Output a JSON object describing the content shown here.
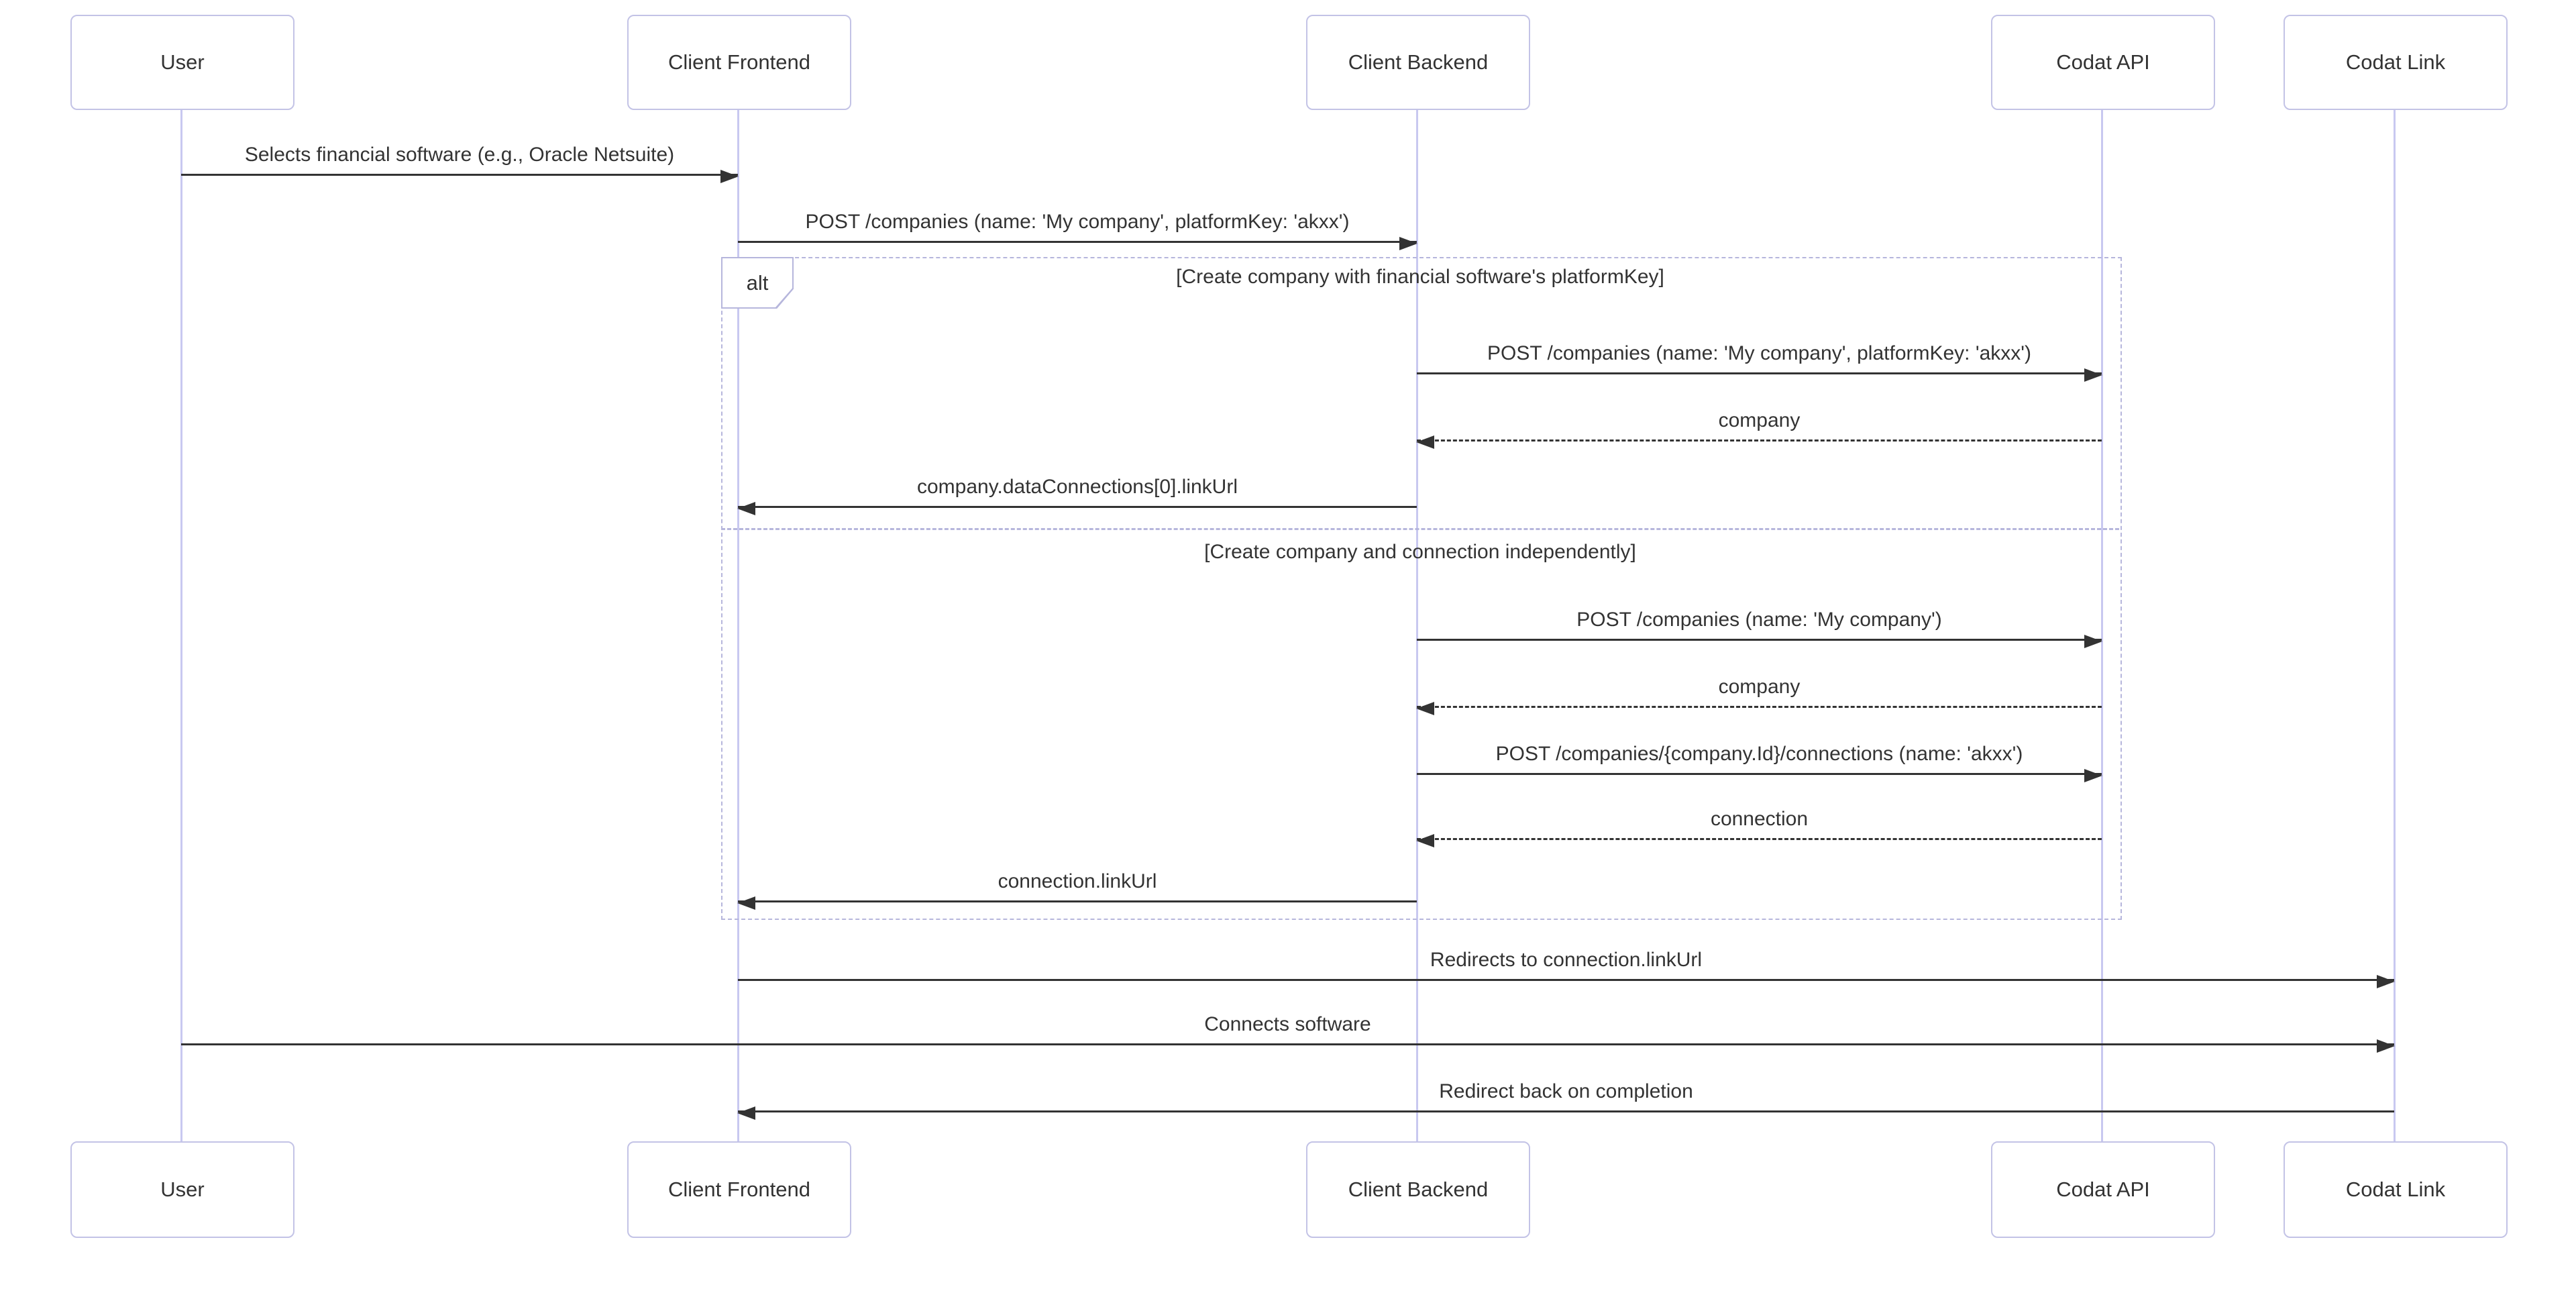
{
  "diagram": {
    "type": "sequence-diagram"
  },
  "theme": {
    "text": "#333333",
    "arrow": "#333333",
    "lifeline": "#c8c8f0",
    "actor-border": "#c3c3e6",
    "frame-border": "#b6b6dc",
    "bg": "#ffffff"
  },
  "actors": [
    {
      "name": "User"
    },
    {
      "name": "Client Frontend"
    },
    {
      "name": "Client Backend"
    },
    {
      "name": "Codat API"
    },
    {
      "name": "Codat Link"
    }
  ],
  "frame": {
    "operator": "alt",
    "sections": [
      {
        "title": "[Create company with financial software's platformKey]"
      },
      {
        "title": "[Create company and connection independently]"
      }
    ]
  },
  "messages": [
    {
      "from": "User",
      "to": "Client Frontend",
      "line": "solid",
      "text": "Selects financial software (e.g., Oracle Netsuite)"
    },
    {
      "from": "Client Frontend",
      "to": "Client Backend",
      "line": "solid",
      "text": "POST /companies (name: 'My company', platformKey: 'akxx')"
    },
    {
      "from": "Client Backend",
      "to": "Codat API",
      "line": "solid",
      "text": "POST /companies (name: 'My company', platformKey: 'akxx')"
    },
    {
      "from": "Codat API",
      "to": "Client Backend",
      "line": "dashed",
      "text": "company"
    },
    {
      "from": "Client Backend",
      "to": "Client Frontend",
      "line": "solid",
      "text": "company.dataConnections[0].linkUrl"
    },
    {
      "from": "Client Backend",
      "to": "Codat API",
      "line": "solid",
      "text": "POST /companies (name: 'My company')"
    },
    {
      "from": "Codat API",
      "to": "Client Backend",
      "line": "dashed",
      "text": "company"
    },
    {
      "from": "Client Backend",
      "to": "Codat API",
      "line": "solid",
      "text": "POST /companies/{company.Id}/connections (name: 'akxx')"
    },
    {
      "from": "Codat API",
      "to": "Client Backend",
      "line": "dashed",
      "text": "connection"
    },
    {
      "from": "Client Backend",
      "to": "Client Frontend",
      "line": "solid",
      "text": "connection.linkUrl"
    },
    {
      "from": "Client Frontend",
      "to": "Codat Link",
      "line": "solid",
      "text": "Redirects to connection.linkUrl"
    },
    {
      "from": "User",
      "to": "Codat Link",
      "line": "solid",
      "text": "Connects software"
    },
    {
      "from": "Codat Link",
      "to": "Client Frontend",
      "line": "solid",
      "text": "Redirect back on completion"
    }
  ]
}
